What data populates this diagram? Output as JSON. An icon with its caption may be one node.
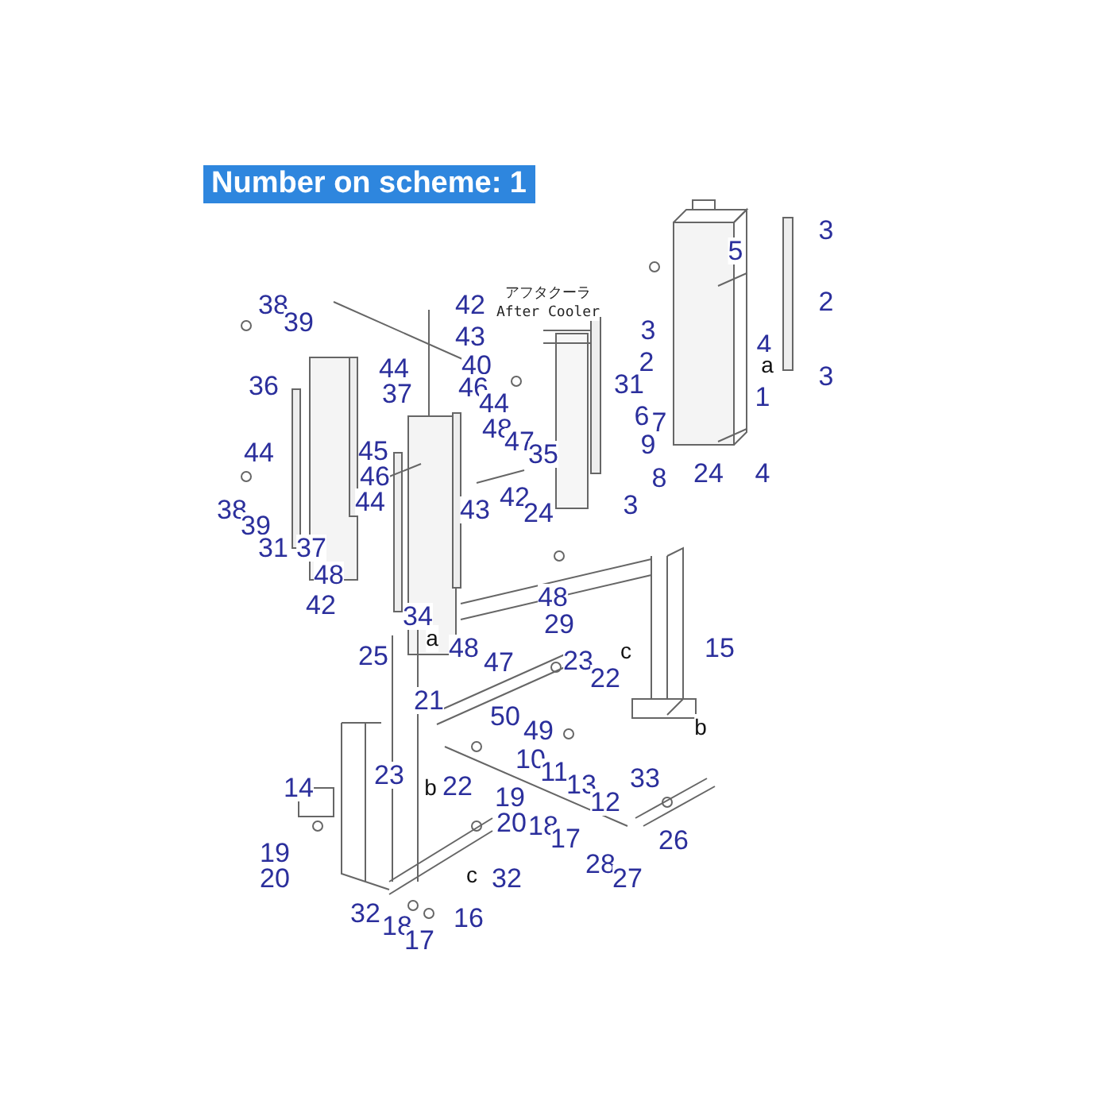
{
  "diagram": {
    "title": "Number on scheme: 1",
    "labels": [
      "3",
      "5",
      "42",
      "38",
      "39",
      "アフタクーラ",
      "After Cooler",
      "2",
      "43",
      "3",
      "44",
      "40",
      "4",
      "a",
      "36",
      "37",
      "2",
      "46",
      "31",
      "3",
      "1",
      "44",
      "6",
      "7",
      "48",
      "9",
      "45",
      "47",
      "35",
      "44",
      "46",
      "24",
      "4",
      "8",
      "38",
      "39",
      "44",
      "43",
      "42",
      "24",
      "3",
      "31",
      "37",
      "48",
      "42",
      "34",
      "48",
      "29",
      "25",
      "a",
      "48",
      "15",
      "47",
      "23",
      "c",
      "22",
      "21",
      "50",
      "49",
      "14",
      "10",
      "11",
      "13",
      "b",
      "23",
      "b",
      "22",
      "19",
      "12",
      "33",
      "20",
      "18",
      "17",
      "26",
      "19",
      "20",
      "c",
      "32",
      "28",
      "27",
      "32",
      "18",
      "17",
      "16"
    ]
  }
}
